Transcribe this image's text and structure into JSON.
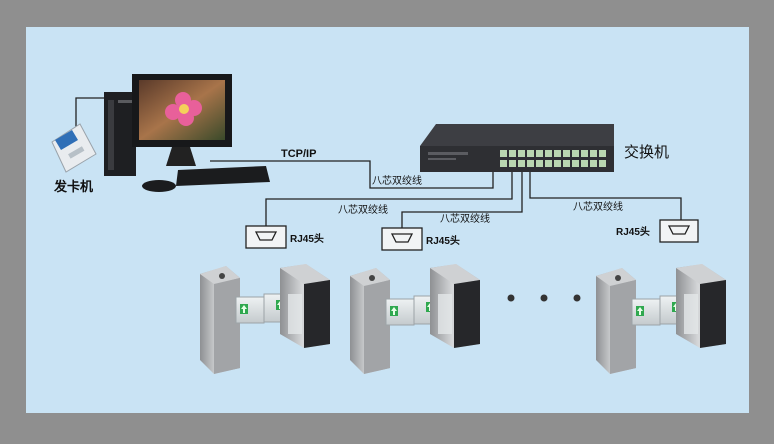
{
  "labels": {
    "card_issuer": "发卡机",
    "switch": "交换机",
    "tcpip": "TCP/IP",
    "cable_1": "八芯双绞线",
    "cable_2": "八芯双绞线",
    "cable_3": "八芯双绞线",
    "cable_4": "八芯双绞线",
    "rj45_1": "RJ45头",
    "rj45_2": "RJ45头",
    "rj45_3": "RJ45头"
  },
  "colors": {
    "background": "#8f8f8f",
    "panel": "#c9e3f4",
    "line": "#222222",
    "switch_body": "#2e2f33",
    "switch_port": "#b9d7b0",
    "gate_steel": "#b8babd",
    "gate_glass": "#dfe4e6",
    "arrow_green": "#2fa84f"
  },
  "icons": {
    "computer": "desktop-computer-icon",
    "card_reader": "card-issuer-icon",
    "switch": "network-switch-icon",
    "rj45": "rj45-connector-icon",
    "turnstile": "swing-gate-turnstile-icon",
    "ellipsis": "ellipsis-dots-icon"
  }
}
